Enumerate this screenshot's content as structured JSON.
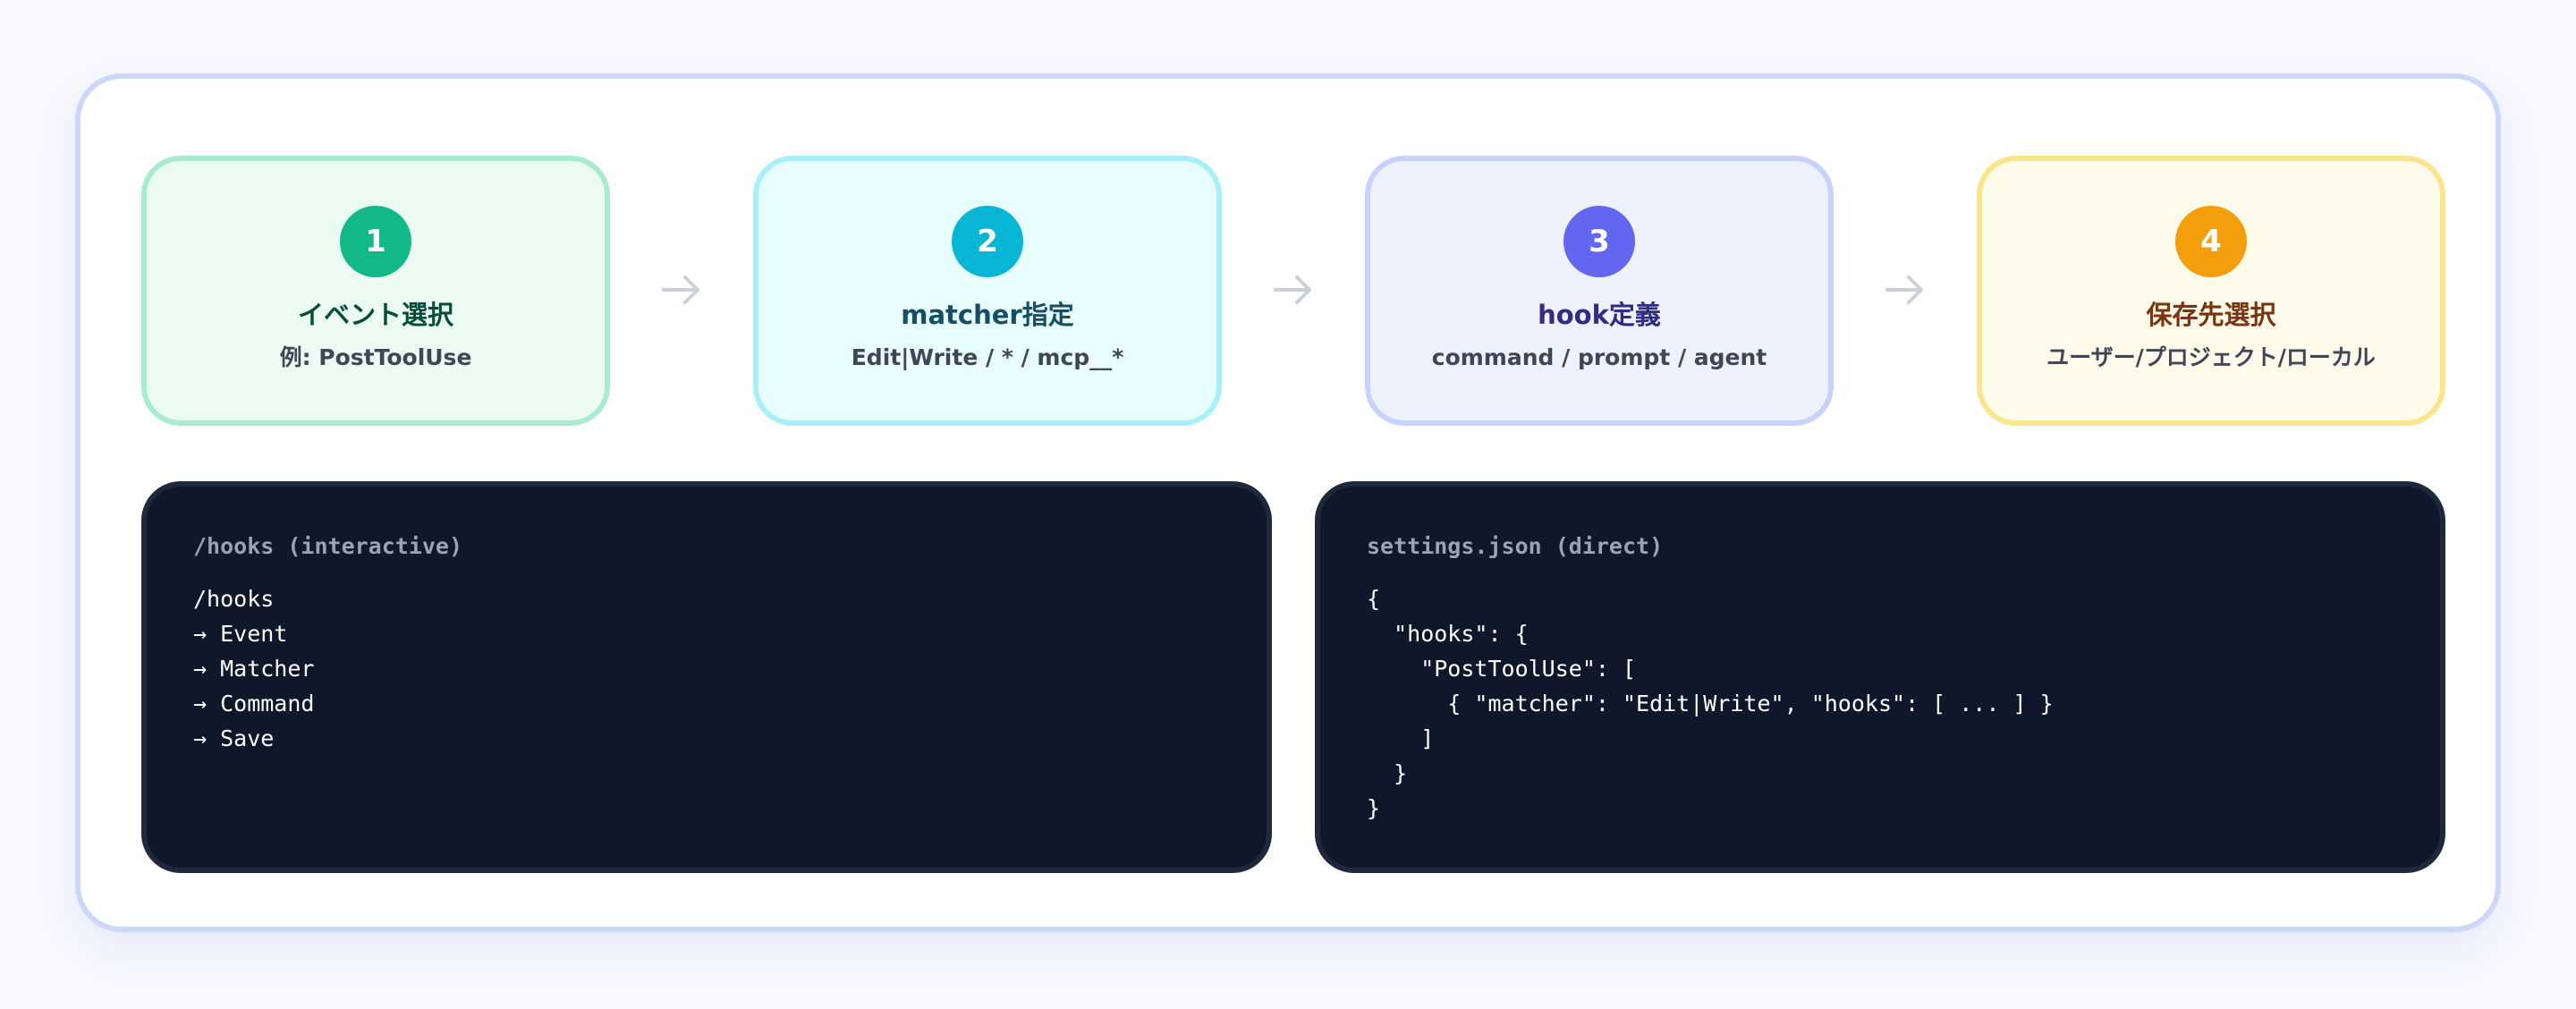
{
  "steps": [
    {
      "number": "1",
      "title": "イベント選択",
      "subtitle": "例: PostToolUse",
      "colors": {
        "bg": "#ebfbf2",
        "border": "#a8ecd0",
        "circle": "#12b886",
        "title": "#064e3b"
      }
    },
    {
      "number": "2",
      "title": "matcher指定",
      "subtitle": "Edit|Write / * / mcp__*",
      "colors": {
        "bg": "#e8fdfd",
        "border": "#a8f0f8",
        "circle": "#06b6d4",
        "title": "#164e63"
      }
    },
    {
      "number": "3",
      "title": "hook定義",
      "subtitle": "command / prompt / agent",
      "colors": {
        "bg": "#eef2ff",
        "border": "#c7d2fe",
        "circle": "#6366f1",
        "title": "#312e81"
      }
    },
    {
      "number": "4",
      "title": "保存先選択",
      "subtitle": "ユーザー/プロジェクト/ローカル",
      "colors": {
        "bg": "#fefbea",
        "border": "#fbe58c",
        "circle": "#f59e0b",
        "title": "#78350f"
      }
    }
  ],
  "arrow_icon": "arrow-right-icon",
  "panels": {
    "interactive": {
      "title": "/hooks (interactive)",
      "lines": [
        "/hooks",
        "→ Event",
        "→ Matcher",
        "→ Command",
        "→ Save"
      ]
    },
    "direct": {
      "title": "settings.json (direct)",
      "lines": [
        "{",
        "  \"hooks\": {",
        "    \"PostToolUse\": [",
        "      { \"matcher\": \"Edit|Write\", \"hooks\": [ ... ] }",
        "    ]",
        "  }",
        "}"
      ]
    }
  }
}
